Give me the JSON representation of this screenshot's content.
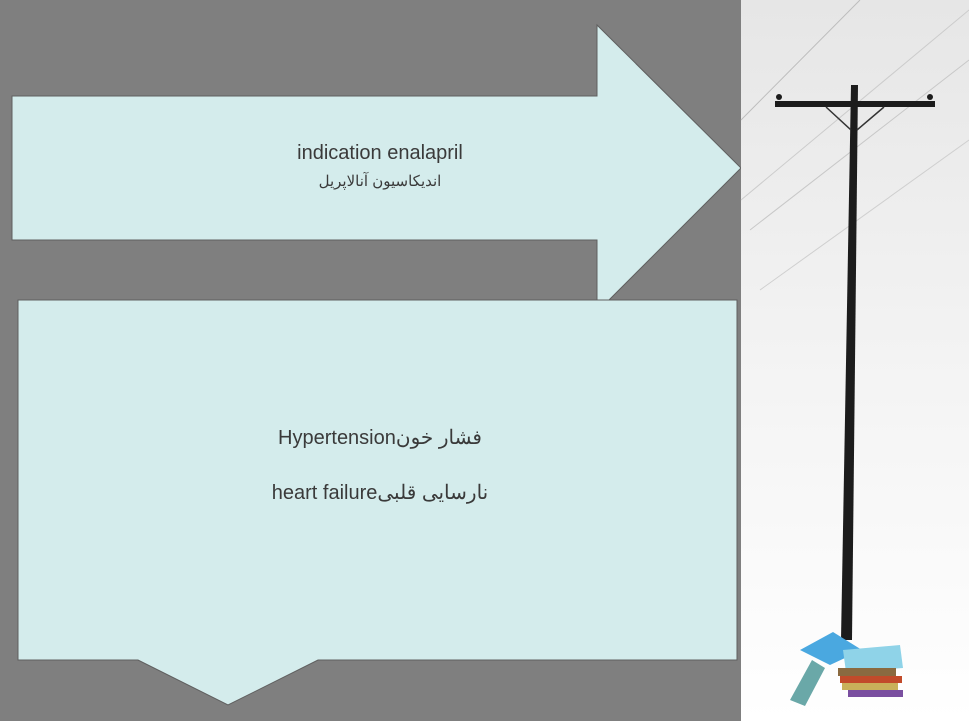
{
  "slide": {
    "arrow_title": "indication enalapril",
    "arrow_subtitle": "اندیکاسیون آنالاپریل",
    "box_line1": "Hypertensionفشار خون",
    "box_line2": "heart failureنارسایی قلبی"
  },
  "colors": {
    "background_gray": "#7f7f7f",
    "shape_fill": "#d4ecec",
    "shape_border": "#5f5f5f",
    "text": "#3a3a3a"
  },
  "image": {
    "description_icon": "utility-pole-with-books-icon"
  }
}
